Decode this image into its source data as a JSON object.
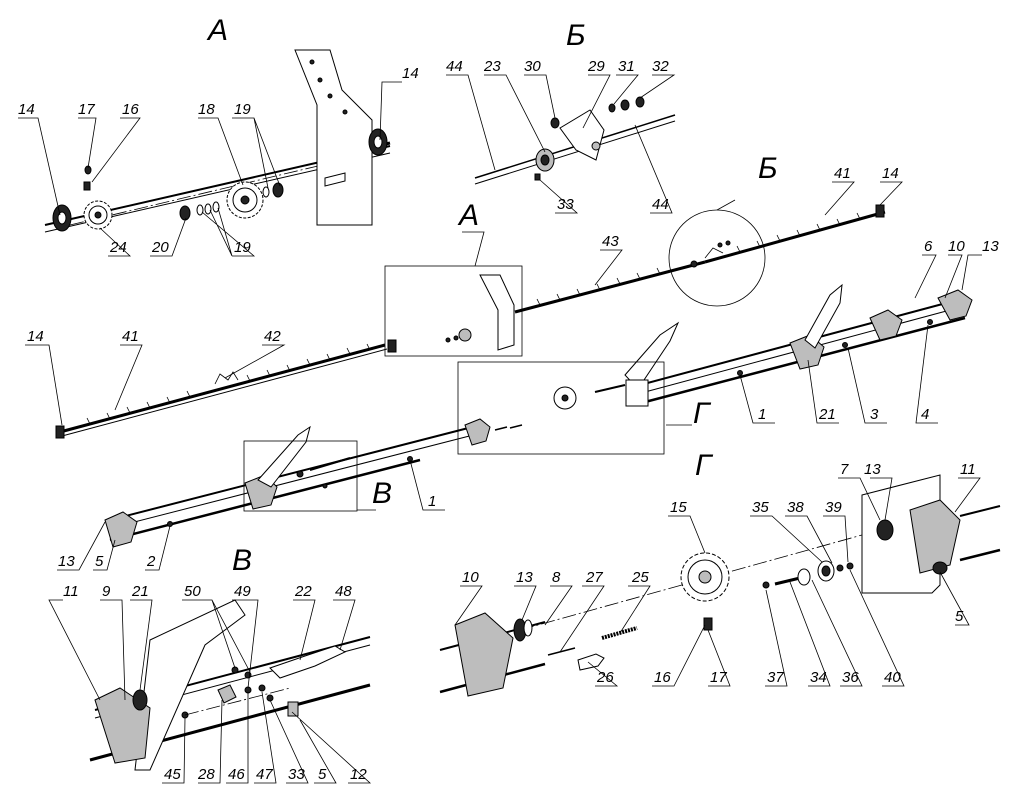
{
  "views": {
    "a_main": "А",
    "b_main": "Б",
    "a_callout": "А",
    "b_callout": "Б",
    "g_callout": "Г",
    "v_callout": "В",
    "g_detail": "Г",
    "v_detail": "В"
  },
  "labels": [
    {
      "id": "a-14-left",
      "text": "14"
    },
    {
      "id": "a-17",
      "text": "17"
    },
    {
      "id": "a-16",
      "text": "16"
    },
    {
      "id": "a-18",
      "text": "18"
    },
    {
      "id": "a-19-top",
      "text": "19"
    },
    {
      "id": "a-14-right",
      "text": "14"
    },
    {
      "id": "a-24",
      "text": "24"
    },
    {
      "id": "a-20",
      "text": "20"
    },
    {
      "id": "a-19-bottom",
      "text": "19"
    },
    {
      "id": "b-44-left",
      "text": "44"
    },
    {
      "id": "b-23",
      "text": "23"
    },
    {
      "id": "b-30",
      "text": "30"
    },
    {
      "id": "b-29",
      "text": "29"
    },
    {
      "id": "b-31",
      "text": "31"
    },
    {
      "id": "b-32",
      "text": "32"
    },
    {
      "id": "b-33",
      "text": "33"
    },
    {
      "id": "b-44-right",
      "text": "44"
    },
    {
      "id": "m-41-top",
      "text": "41"
    },
    {
      "id": "m-14-top",
      "text": "14"
    },
    {
      "id": "m-43",
      "text": "43"
    },
    {
      "id": "m-6",
      "text": "6"
    },
    {
      "id": "m-10",
      "text": "10"
    },
    {
      "id": "m-13-top",
      "text": "13"
    },
    {
      "id": "m-14-left",
      "text": "14"
    },
    {
      "id": "m-41-left",
      "text": "41"
    },
    {
      "id": "m-42",
      "text": "42"
    },
    {
      "id": "m-1-right",
      "text": "1"
    },
    {
      "id": "m-21",
      "text": "21"
    },
    {
      "id": "m-3",
      "text": "3"
    },
    {
      "id": "m-4",
      "text": "4"
    },
    {
      "id": "m-1-left",
      "text": "1"
    },
    {
      "id": "m-13-left",
      "text": "13"
    },
    {
      "id": "m-5",
      "text": "5"
    },
    {
      "id": "m-2",
      "text": "2"
    },
    {
      "id": "v-11",
      "text": "11"
    },
    {
      "id": "v-9",
      "text": "9"
    },
    {
      "id": "v-21",
      "text": "21"
    },
    {
      "id": "v-50",
      "text": "50"
    },
    {
      "id": "v-49",
      "text": "49"
    },
    {
      "id": "v-22",
      "text": "22"
    },
    {
      "id": "v-48",
      "text": "48"
    },
    {
      "id": "v-45",
      "text": "45"
    },
    {
      "id": "v-28",
      "text": "28"
    },
    {
      "id": "v-46",
      "text": "46"
    },
    {
      "id": "v-47",
      "text": "47"
    },
    {
      "id": "v-33",
      "text": "33"
    },
    {
      "id": "v-5",
      "text": "5"
    },
    {
      "id": "v-12",
      "text": "12"
    },
    {
      "id": "g-7",
      "text": "7"
    },
    {
      "id": "g-13-top",
      "text": "13"
    },
    {
      "id": "g-11",
      "text": "11"
    },
    {
      "id": "g-15",
      "text": "15"
    },
    {
      "id": "g-35",
      "text": "35"
    },
    {
      "id": "g-38",
      "text": "38"
    },
    {
      "id": "g-39",
      "text": "39"
    },
    {
      "id": "g-10",
      "text": "10"
    },
    {
      "id": "g-13",
      "text": "13"
    },
    {
      "id": "g-8",
      "text": "8"
    },
    {
      "id": "g-27",
      "text": "27"
    },
    {
      "id": "g-25",
      "text": "25"
    },
    {
      "id": "g-5",
      "text": "5"
    },
    {
      "id": "g-26",
      "text": "26"
    },
    {
      "id": "g-16",
      "text": "16"
    },
    {
      "id": "g-17",
      "text": "17"
    },
    {
      "id": "g-37",
      "text": "37"
    },
    {
      "id": "g-34",
      "text": "34"
    },
    {
      "id": "g-36",
      "text": "36"
    },
    {
      "id": "g-40",
      "text": "40"
    }
  ]
}
